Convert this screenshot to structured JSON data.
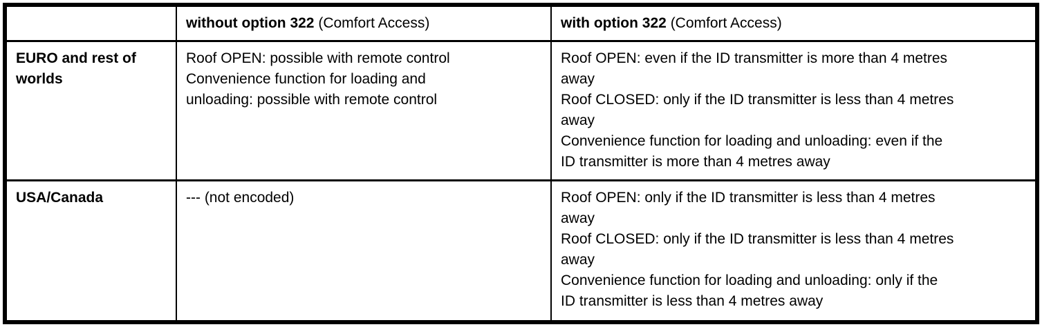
{
  "table": {
    "header": {
      "empty": "",
      "without": {
        "bold": "without option 322",
        "normal": " (Comfort Access)"
      },
      "with": {
        "bold": "with option 322",
        "normal": " (Comfort Access)"
      }
    },
    "rows": [
      {
        "region": {
          "lines": [
            "EURO and rest of",
            "worlds"
          ]
        },
        "without": {
          "lines": [
            "Roof OPEN: possible with remote control",
            "Convenience function for loading and",
            "unloading: possible with remote control"
          ]
        },
        "with": {
          "lines": [
            "Roof OPEN: even if the ID transmitter is more than 4 metres",
            "away",
            "Roof CLOSED: only if the ID transmitter is less than 4 metres",
            "away",
            "Convenience function for loading and unloading: even if the",
            "ID transmitter is more than 4 metres away"
          ]
        }
      },
      {
        "region": {
          "lines": [
            "USA/Canada"
          ]
        },
        "without": {
          "lines": [
            "--- (not encoded)"
          ]
        },
        "with": {
          "lines": [
            "Roof OPEN: only if the ID transmitter is less than 4 metres",
            "away",
            "Roof CLOSED: only if the ID transmitter is less than 4 metres",
            "away",
            "Convenience function for loading and unloading: only if the",
            "ID transmitter is less than 4 metres away"
          ]
        }
      }
    ]
  }
}
